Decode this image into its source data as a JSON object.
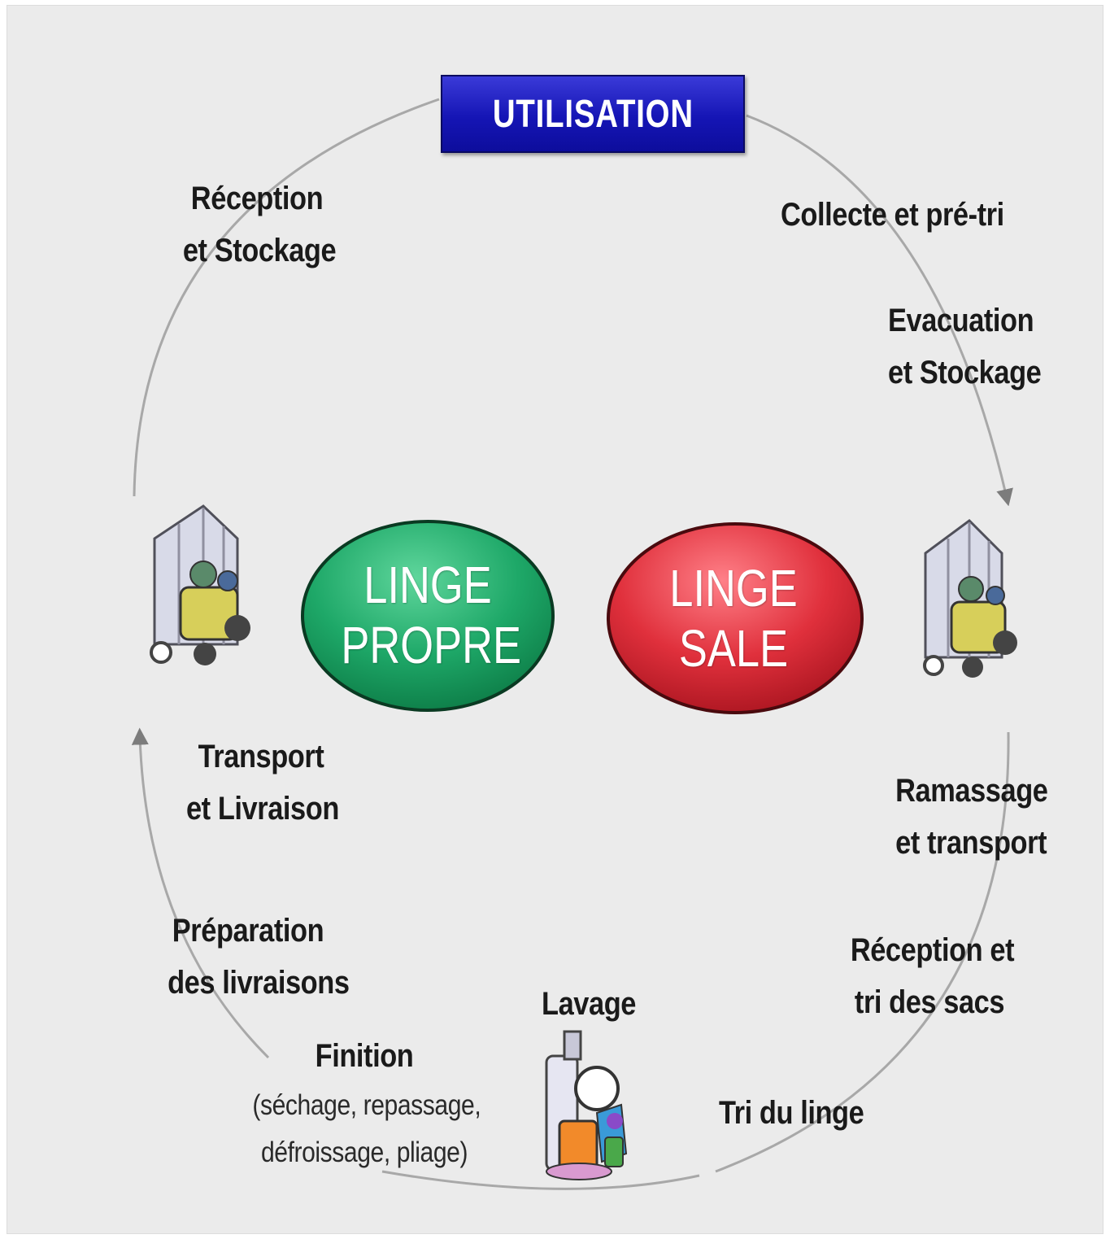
{
  "header": {
    "title": "UTILISATION"
  },
  "center": {
    "clean": {
      "line1": "LINGE",
      "line2": "PROPRE",
      "color": "#1ea868"
    },
    "dirty": {
      "line1": "LINGE",
      "line2": "SALE",
      "color": "#e0303c"
    }
  },
  "steps": {
    "collecte": "Collecte et pré-tri",
    "evacuation": {
      "line1": "Evacuation",
      "line2": "et Stockage"
    },
    "ramassage": {
      "line1": "Ramassage",
      "line2": "et transport"
    },
    "reception_tri": {
      "line1": "Réception et",
      "line2": "tri des sacs"
    },
    "tri_linge": "Tri du linge",
    "lavage": "Lavage",
    "finition": {
      "title": "Finition",
      "detail1": "(séchage, repassage,",
      "detail2": "défroissage, pliage)"
    },
    "preparation": {
      "line1": "Préparation",
      "line2": "des livraisons"
    },
    "transport": {
      "line1": "Transport",
      "line2": "et Livraison"
    },
    "reception_stockage": {
      "line1": "Réception",
      "line2": "et Stockage"
    }
  },
  "icons": [
    "laundry-cart-icon",
    "laundry-cart-icon",
    "washing-products-icon"
  ],
  "colors": {
    "title_box": "#1515b5",
    "cycle_line": "#a8a8a8"
  }
}
